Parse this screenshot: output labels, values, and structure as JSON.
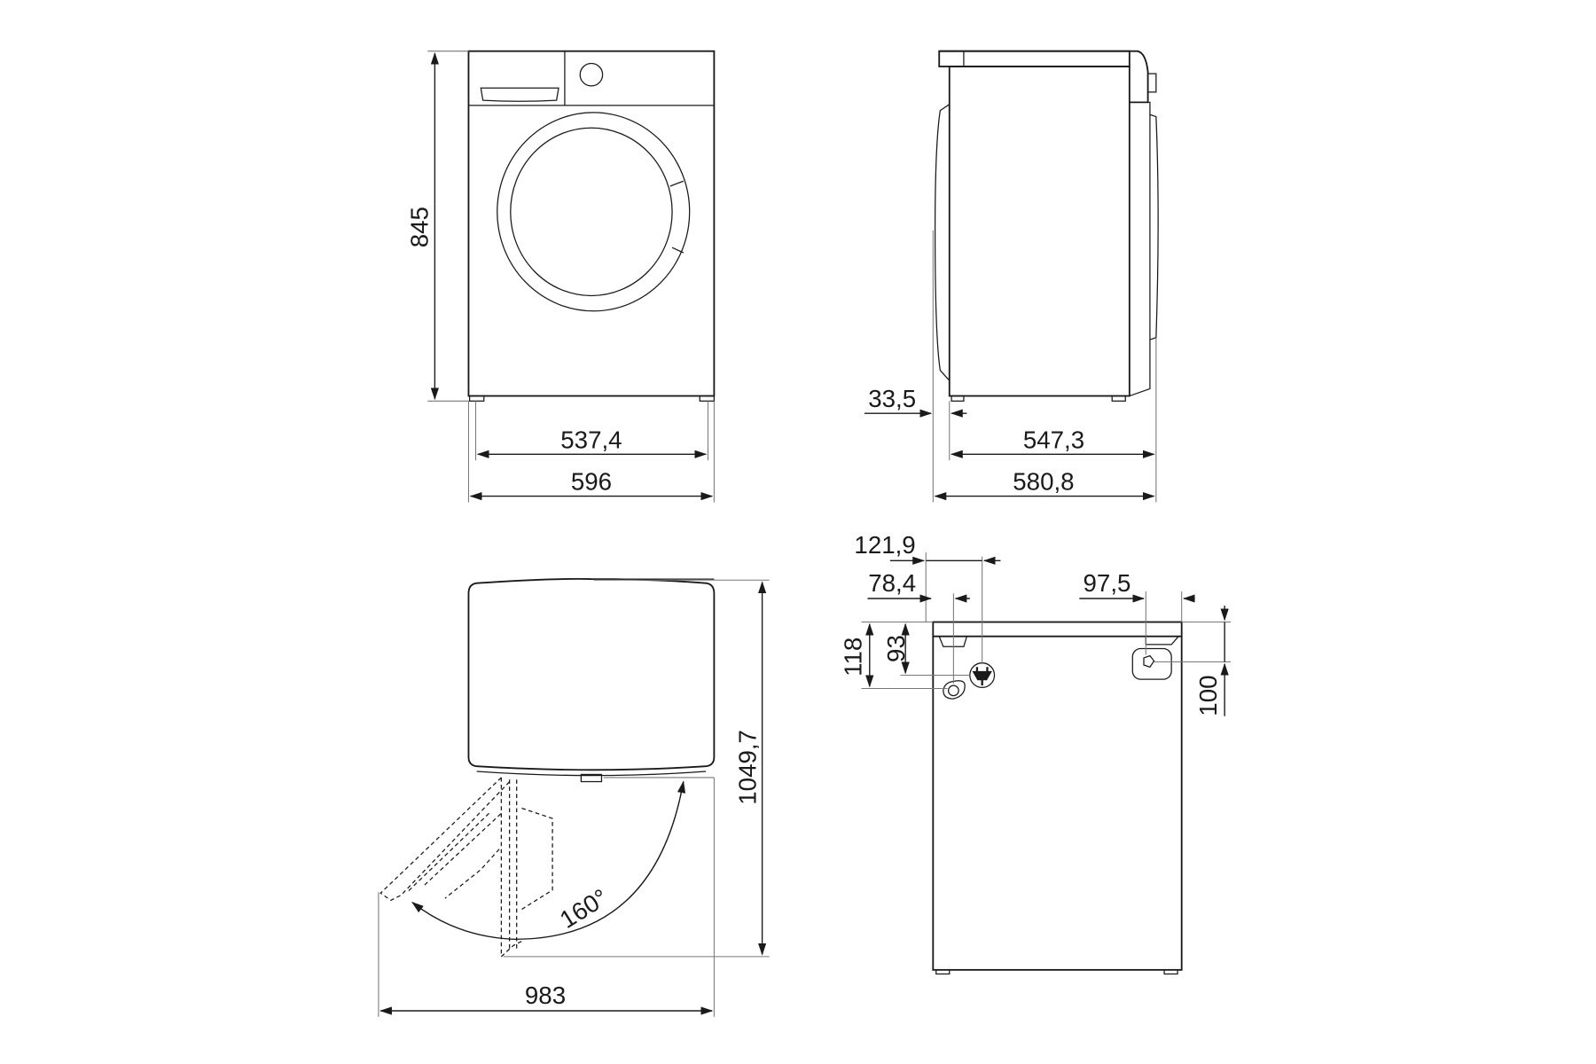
{
  "drawing": {
    "front_view": {
      "height": "845",
      "feet_width": "537,4",
      "width": "596"
    },
    "side_view": {
      "back_offset": "33,5",
      "depth_body": "547,3",
      "depth_total": "580,8"
    },
    "top_view": {
      "door_open_depth": "1049,7",
      "door_open_width": "983",
      "door_angle": "160°"
    },
    "rear_view": {
      "plug_offset": "121,9",
      "drain_offset": "78,4",
      "inlet_offset": "97,5",
      "drain_height": "118",
      "plug_height": "93",
      "inlet_height": "100"
    },
    "colors": {
      "line": "#1a1a1a",
      "extension_line": "#777777",
      "background": "#ffffff"
    },
    "icons": [
      "power-plug-icon",
      "drain-hose-icon",
      "water-inlet-icon"
    ]
  }
}
